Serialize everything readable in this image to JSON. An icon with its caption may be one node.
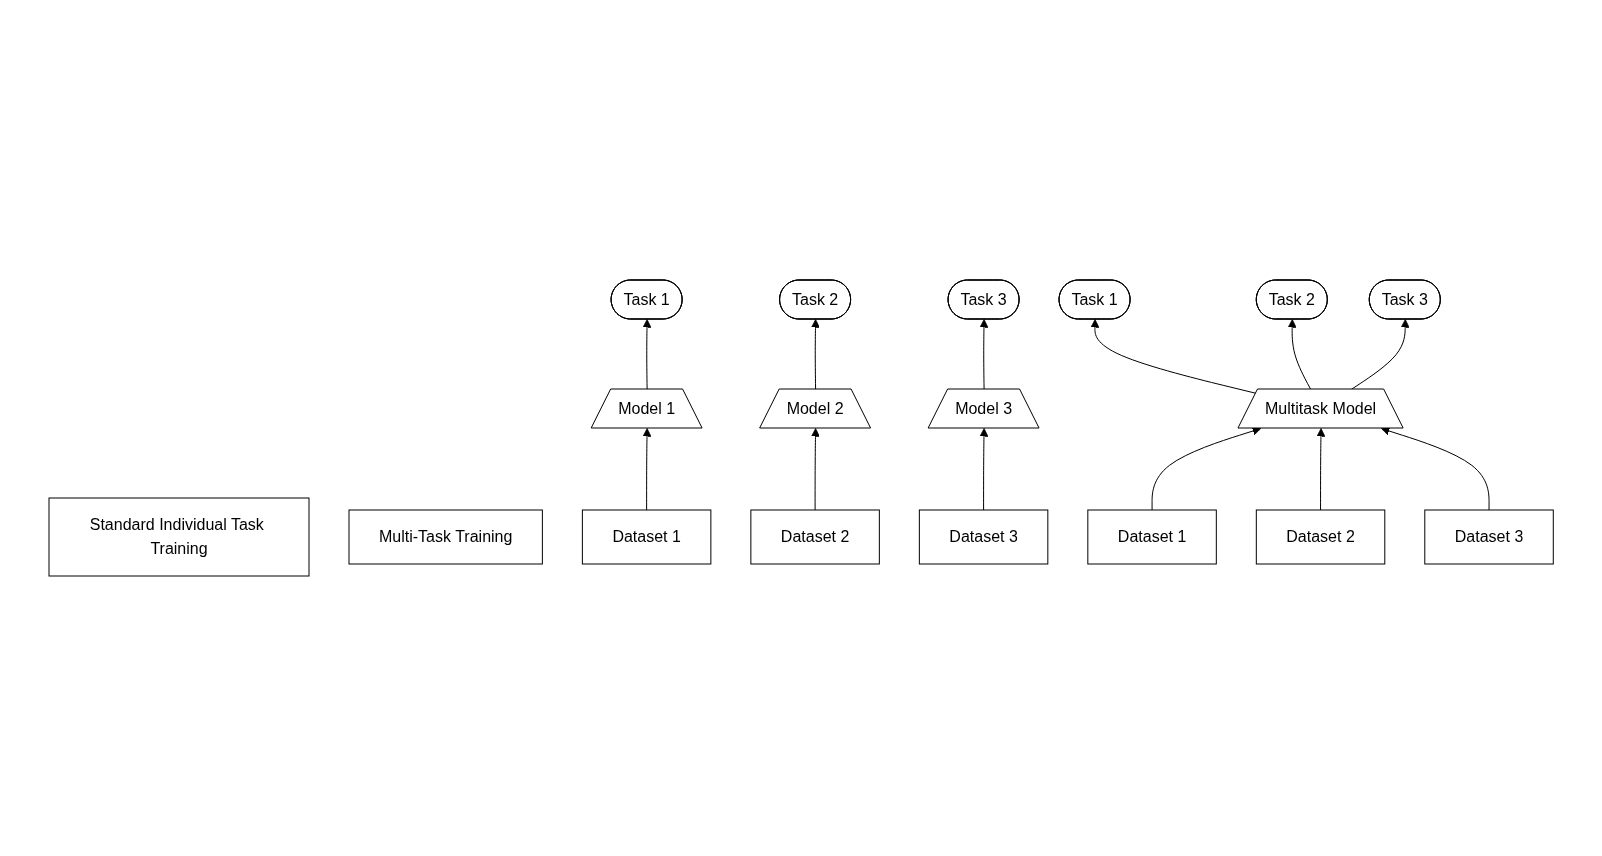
{
  "diagram": {
    "nodes": [
      {
        "text": [
          "Standard Individual Task Training"
        ]
      },
      {
        "text": [
          "Multi-Task Training"
        ]
      },
      {
        "text": [
          "Task 1"
        ]
      },
      {
        "text": [
          "Task 2"
        ]
      },
      {
        "text": [
          "Task 3"
        ]
      },
      {
        "text": [
          "Task 1"
        ]
      },
      {
        "text": [
          "Task 2"
        ]
      },
      {
        "text": [
          "Task 3"
        ]
      },
      {
        "text": [
          "Model 1"
        ]
      },
      {
        "text": [
          "Model 2"
        ]
      },
      {
        "text": [
          "Model 3"
        ]
      },
      {
        "text": [
          "Multitask Model"
        ]
      },
      {
        "text": [
          "Dataset 1"
        ]
      },
      {
        "text": [
          "Dataset 2"
        ]
      },
      {
        "text": [
          "Dataset 3"
        ]
      },
      {
        "text": [
          "Dataset 1"
        ]
      },
      {
        "text": [
          "Dataset 2"
        ]
      },
      {
        "text": [
          "Dataset 3"
        ]
      }
    ],
    "edges": [
      {
        "from": 12,
        "to": 8,
        "arrow": "to"
      },
      {
        "from": 8,
        "to": 2,
        "arrow": "to"
      },
      {
        "from": 13,
        "to": 9,
        "arrow": "to"
      },
      {
        "from": 9,
        "to": 3,
        "arrow": "to"
      },
      {
        "from": 14,
        "to": 10,
        "arrow": "to"
      },
      {
        "from": 10,
        "to": 4,
        "arrow": "to"
      },
      {
        "from": 11,
        "to": 5,
        "arrow": "to"
      },
      {
        "from": 11,
        "to": 6,
        "arrow": "to"
      },
      {
        "from": 11,
        "to": 7,
        "arrow": "to"
      },
      {
        "from": 15,
        "to": 11,
        "arrow": "to"
      },
      {
        "from": 16,
        "to": 11,
        "arrow": "to"
      },
      {
        "from": 17,
        "to": 11,
        "arrow": "to"
      }
    ]
  }
}
